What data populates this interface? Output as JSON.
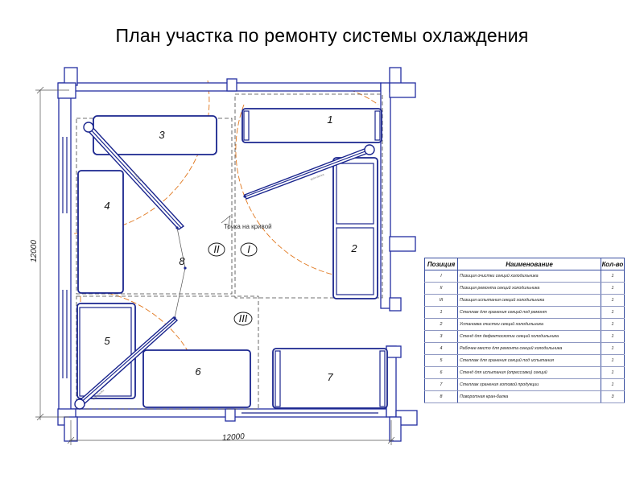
{
  "title": "План участка по ремонту системы охлаждения",
  "dimensions": {
    "horizontal": "12000",
    "vertical": "12000"
  },
  "zones": [
    "II",
    "I",
    "III"
  ],
  "curve_point_label": "Точка на кривой",
  "equipment": [
    {
      "num": "1"
    },
    {
      "num": "2"
    },
    {
      "num": "3"
    },
    {
      "num": "4"
    },
    {
      "num": "5"
    },
    {
      "num": "6"
    },
    {
      "num": "7"
    },
    {
      "num": "8"
    }
  ],
  "table": {
    "headers": {
      "position": "Позиция",
      "name": "Наименование",
      "qty": "Кол-во"
    },
    "rows": [
      {
        "pos": "I",
        "name": "Позиция очистки секций холодильника",
        "qty": "1"
      },
      {
        "pos": "II",
        "name": "Позиция ремонта секций холодильника",
        "qty": "1"
      },
      {
        "pos": "III",
        "name": "Позиция испытания секций холодильника",
        "qty": "1"
      },
      {
        "pos": "1",
        "name": "Стеллаж для хранения секций под ремонт",
        "qty": "1"
      },
      {
        "pos": "2",
        "name": "Установка очистки секций холодильника",
        "qty": "1"
      },
      {
        "pos": "3",
        "name": "Стенд для дефектоскопии секций холодильника",
        "qty": "1"
      },
      {
        "pos": "4",
        "name": "Рабочее место для ремонта секций холодильника",
        "qty": "1"
      },
      {
        "pos": "5",
        "name": "Стеллаж для хранения секций под испытания",
        "qty": "1"
      },
      {
        "pos": "6",
        "name": "Стенд для испытания (опрессовки) секций",
        "qty": "1"
      },
      {
        "pos": "7",
        "name": "Стеллаж хранения готовой продукции",
        "qty": "1"
      },
      {
        "pos": "8",
        "name": "Поворотная кран-балка",
        "qty": "3"
      }
    ]
  }
}
